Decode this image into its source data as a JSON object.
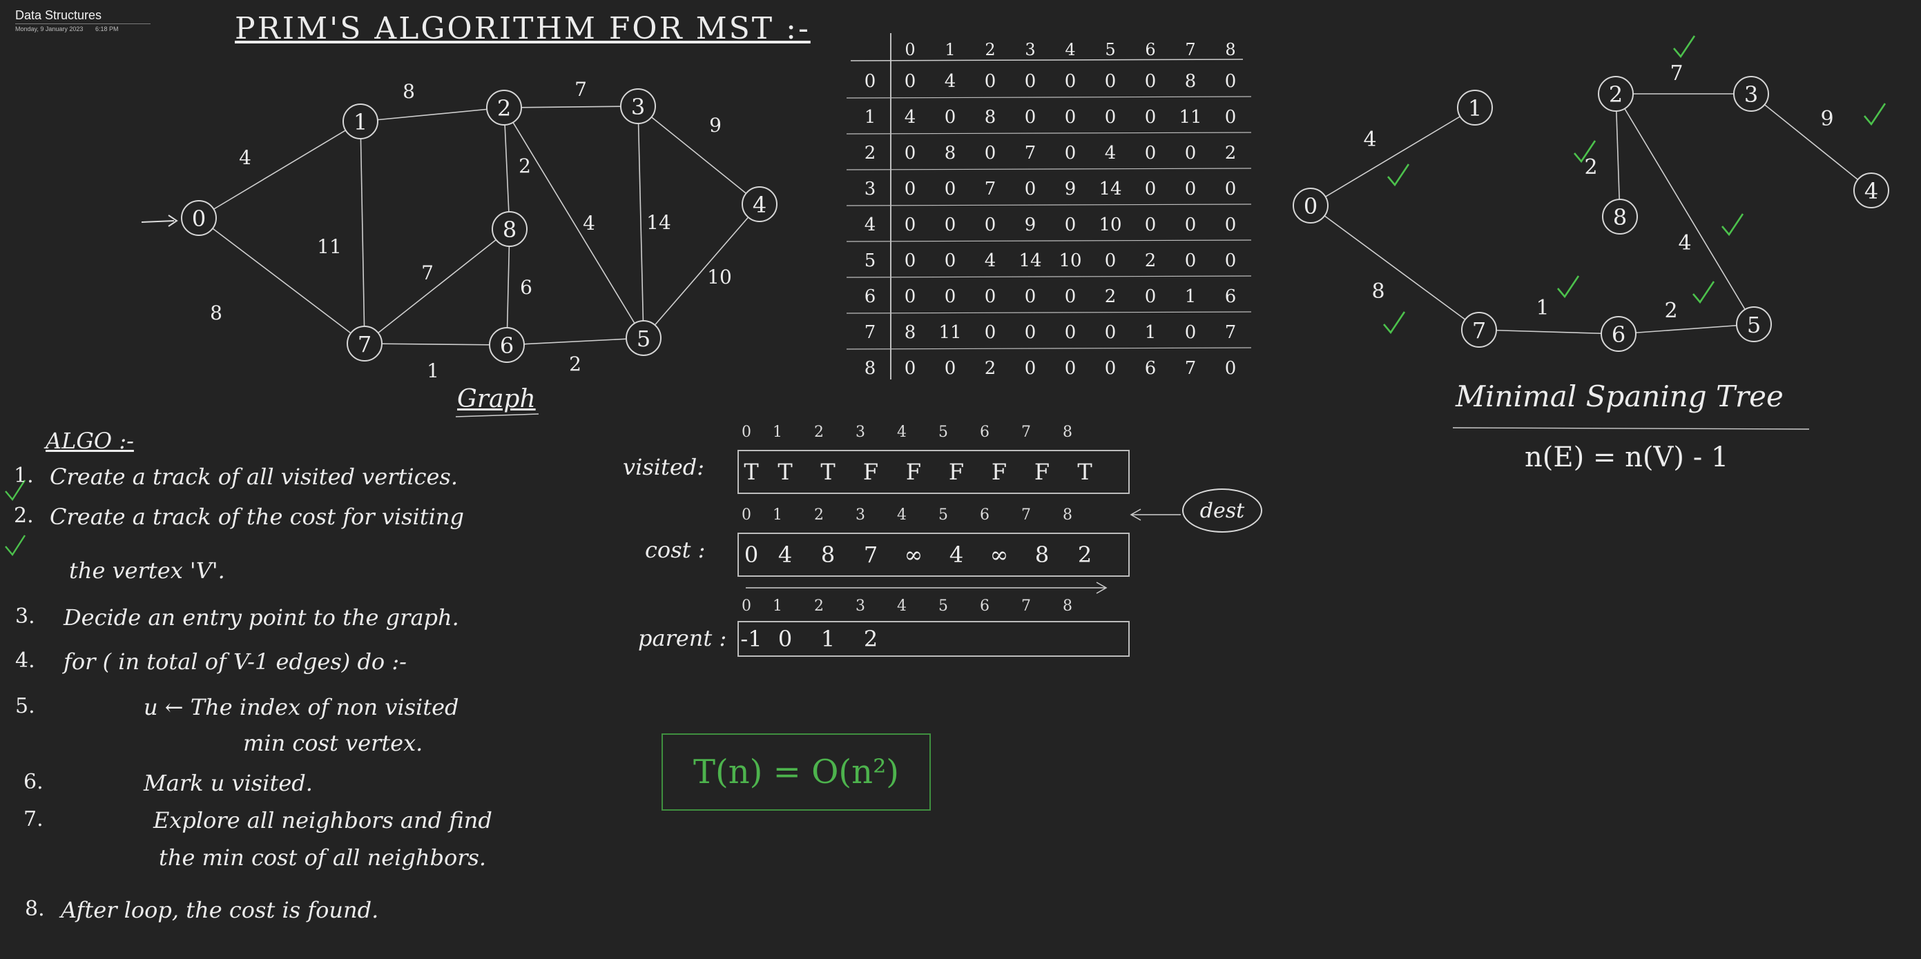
{
  "header": {
    "title": "Data Structures",
    "date": "Monday, 9 January 2023",
    "time": "6:18 PM"
  },
  "main_title": "PRIM'S ALGORITHM FOR MST :-",
  "graph": {
    "caption": "Graph",
    "nodes": [
      "0",
      "1",
      "2",
      "3",
      "4",
      "5",
      "6",
      "7",
      "8"
    ],
    "edges": [
      {
        "from": "0",
        "to": "1",
        "weight": "4"
      },
      {
        "from": "0",
        "to": "7",
        "weight": "8"
      },
      {
        "from": "1",
        "to": "2",
        "weight": "8"
      },
      {
        "from": "1",
        "to": "7",
        "weight": "11"
      },
      {
        "from": "2",
        "to": "3",
        "weight": "7"
      },
      {
        "from": "2",
        "to": "8",
        "weight": "2"
      },
      {
        "from": "2",
        "to": "5",
        "weight": "4"
      },
      {
        "from": "3",
        "to": "4",
        "weight": "9"
      },
      {
        "from": "3",
        "to": "5",
        "weight": "14"
      },
      {
        "from": "4",
        "to": "5",
        "weight": "10"
      },
      {
        "from": "5",
        "to": "6",
        "weight": "2"
      },
      {
        "from": "6",
        "to": "7",
        "weight": "1"
      },
      {
        "from": "6",
        "to": "8",
        "weight": "6"
      },
      {
        "from": "7",
        "to": "8",
        "weight": "7"
      }
    ]
  },
  "matrix": {
    "headers": [
      "0",
      "1",
      "2",
      "3",
      "4",
      "5",
      "6",
      "7",
      "8"
    ],
    "rows": [
      {
        "label": "0",
        "cells": [
          "0",
          "4",
          "0",
          "0",
          "0",
          "0",
          "0",
          "8",
          "0"
        ]
      },
      {
        "label": "1",
        "cells": [
          "4",
          "0",
          "8",
          "0",
          "0",
          "0",
          "0",
          "11",
          "0"
        ]
      },
      {
        "label": "2",
        "cells": [
          "0",
          "8",
          "0",
          "7",
          "0",
          "4",
          "0",
          "0",
          "2"
        ]
      },
      {
        "label": "3",
        "cells": [
          "0",
          "0",
          "7",
          "0",
          "9",
          "14",
          "0",
          "0",
          "0"
        ]
      },
      {
        "label": "4",
        "cells": [
          "0",
          "0",
          "0",
          "9",
          "0",
          "10",
          "0",
          "0",
          "0"
        ]
      },
      {
        "label": "5",
        "cells": [
          "0",
          "0",
          "4",
          "14",
          "10",
          "0",
          "2",
          "0",
          "0"
        ]
      },
      {
        "label": "6",
        "cells": [
          "0",
          "0",
          "0",
          "0",
          "0",
          "2",
          "0",
          "1",
          "6"
        ]
      },
      {
        "label": "7",
        "cells": [
          "8",
          "11",
          "0",
          "0",
          "0",
          "0",
          "1",
          "0",
          "7"
        ]
      },
      {
        "label": "8",
        "cells": [
          "0",
          "0",
          "2",
          "0",
          "0",
          "0",
          "6",
          "7",
          "0"
        ]
      }
    ]
  },
  "mst": {
    "caption": "Minimal Spaning Tree",
    "formula": "n(E) = n(V) - 1",
    "edge_weights": [
      "4",
      "8",
      "7",
      "2",
      "9",
      "4",
      "1",
      "2"
    ]
  },
  "algo": {
    "title": "ALGO :-",
    "steps": [
      {
        "num": "1.",
        "text": "Create a track of all visited vertices."
      },
      {
        "num": "2.",
        "text": "Create a track of the cost for visiting"
      },
      {
        "num": "",
        "text": "the vertex 'V'."
      },
      {
        "num": "3.",
        "text": "Decide an entry point to the graph."
      },
      {
        "num": "4.",
        "text": "for ( in total of V-1 edges) do :-"
      },
      {
        "num": "5.",
        "text": "u ← The index of non visited"
      },
      {
        "num": "",
        "text": "min cost vertex."
      },
      {
        "num": "6.",
        "text": "Mark u visited."
      },
      {
        "num": "7.",
        "text": "Explore all neighbors and find"
      },
      {
        "num": "",
        "text": "the min cost of all neighbors."
      },
      {
        "num": "8.",
        "text": "After loop, the cost is found."
      }
    ]
  },
  "arrays": {
    "index_headers": [
      "0",
      "1",
      "2",
      "3",
      "4",
      "5",
      "6",
      "7",
      "8"
    ],
    "visited": {
      "label": "visited:",
      "values": [
        "T",
        "T",
        "T",
        "F",
        "F",
        "F",
        "F",
        "F",
        "T"
      ]
    },
    "cost": {
      "label": "cost :",
      "values": [
        "0",
        "4",
        "8",
        "7",
        "∞",
        "4",
        "∞",
        "8",
        "2"
      ]
    },
    "parent": {
      "label": "parent :",
      "values": [
        "-1",
        "0",
        "1",
        "2"
      ]
    },
    "dest_label": "dest"
  },
  "complexity": "T(n) = O(n²)",
  "colors": {
    "background": "#232323",
    "ink": "#ececec",
    "accent_green": "#4cc14c"
  }
}
